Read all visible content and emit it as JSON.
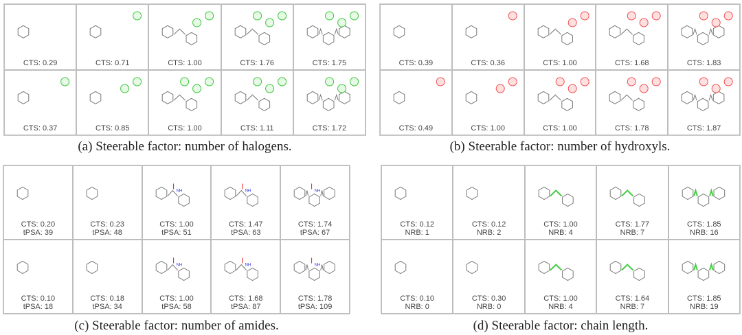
{
  "panels": [
    {
      "caption": "(a)  Steerable factor: number of halogens.",
      "cells": [
        {
          "cts": "CTS: 0.29"
        },
        {
          "cts": "CTS: 0.71"
        },
        {
          "cts": "CTS: 1.00"
        },
        {
          "cts": "CTS: 1.76"
        },
        {
          "cts": "CTS: 1.75"
        },
        {
          "cts": "CTS: 0.37"
        },
        {
          "cts": "CTS: 0.85"
        },
        {
          "cts": "CTS: 1.00"
        },
        {
          "cts": "CTS: 1.11"
        },
        {
          "cts": "CTS: 1.72"
        }
      ]
    },
    {
      "caption": "(b)  Steerable factor: number of hydroxyls.",
      "cells": [
        {
          "cts": "CTS: 0.39"
        },
        {
          "cts": "CTS: 0.36"
        },
        {
          "cts": "CTS: 1.00"
        },
        {
          "cts": "CTS: 1.68"
        },
        {
          "cts": "CTS: 1.83"
        },
        {
          "cts": "CTS: 0.49"
        },
        {
          "cts": "CTS: 1.00"
        },
        {
          "cts": "CTS: 1.00"
        },
        {
          "cts": "CTS: 1.78"
        },
        {
          "cts": "CTS: 1.87"
        }
      ]
    },
    {
      "caption": "(c)  Steerable factor: number of amides.",
      "cells": [
        {
          "cts": "CTS: 0.20",
          "extra": "tPSA: 39"
        },
        {
          "cts": "CTS: 0.23",
          "extra": "tPSA: 48"
        },
        {
          "cts": "CTS: 1.00",
          "extra": "tPSA: 51"
        },
        {
          "cts": "CTS: 1.47",
          "extra": "tPSA: 63"
        },
        {
          "cts": "CTS: 1.74",
          "extra": "tPSA: 67"
        },
        {
          "cts": "CTS: 0.10",
          "extra": "tPSA: 18"
        },
        {
          "cts": "CTS: 0.18",
          "extra": "tPSA: 34"
        },
        {
          "cts": "CTS: 1.00",
          "extra": "tPSA: 58"
        },
        {
          "cts": "CTS: 1.68",
          "extra": "tPSA: 87"
        },
        {
          "cts": "CTS: 1.78",
          "extra": "tPSA: 109"
        }
      ]
    },
    {
      "caption": "(d)  Steerable factor: chain length.",
      "cells": [
        {
          "cts": "CTS: 0.12",
          "extra": "NRB: 1"
        },
        {
          "cts": "CTS: 0.12",
          "extra": "NRB: 2"
        },
        {
          "cts": "CTS: 1.00",
          "extra": "NRB: 4"
        },
        {
          "cts": "CTS: 1.77",
          "extra": "NRB: 7"
        },
        {
          "cts": "CTS: 1.85",
          "extra": "NRB: 16"
        },
        {
          "cts": "CTS: 0.10",
          "extra": "NRB: 0"
        },
        {
          "cts": "CTS: 0.30",
          "extra": "NRB: 0"
        },
        {
          "cts": "CTS: 1.00",
          "extra": "NRB: 4"
        },
        {
          "cts": "CTS: 1.64",
          "extra": "NRB: 7"
        },
        {
          "cts": "CTS: 1.85",
          "extra": "NRB: 19"
        }
      ]
    }
  ],
  "colors": {
    "halogen": "#3cc43c",
    "hydroxyl": "#f05050",
    "amide_n": "#3030e0",
    "amide_o": "#e02020",
    "chain": "#44cc44",
    "bond": "#777777"
  }
}
